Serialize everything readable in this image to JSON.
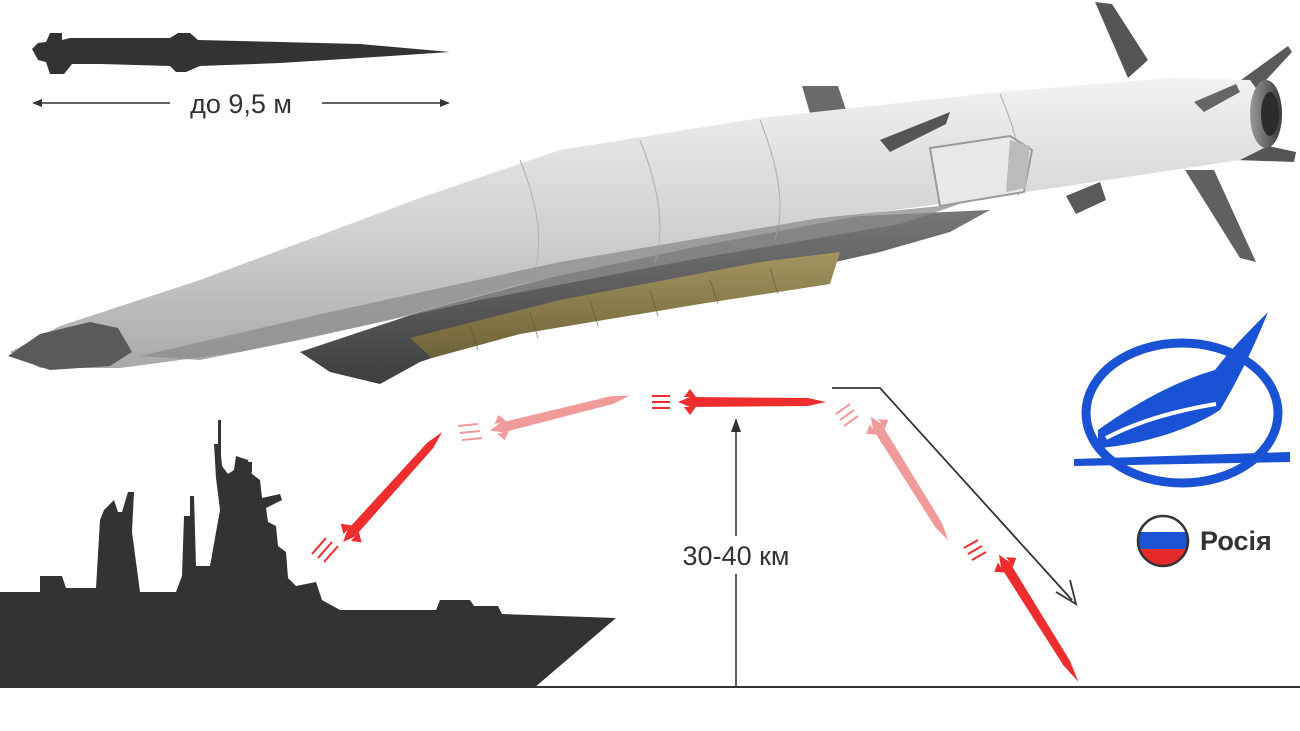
{
  "length_label": "до 9,5 м",
  "altitude_label": "30-40 км",
  "country_label": "Росія",
  "colors": {
    "silhouette": "#333333",
    "missile_body": "#d9d9d9",
    "missile_panel": "#5a5a5a",
    "missile_gold": "#8a7d4a",
    "trajectory_red": "#ee2e2e",
    "trajectory_pink": "#f19a9a",
    "logo_blue": "#1a52d6",
    "flag_white": "#ffffff",
    "flag_blue": "#1c55d4",
    "flag_red": "#e62a2a"
  },
  "icons": [
    "missile-silhouette-icon",
    "warship-silhouette-icon",
    "russia-flag-icon",
    "manufacturer-logo-icon"
  ]
}
